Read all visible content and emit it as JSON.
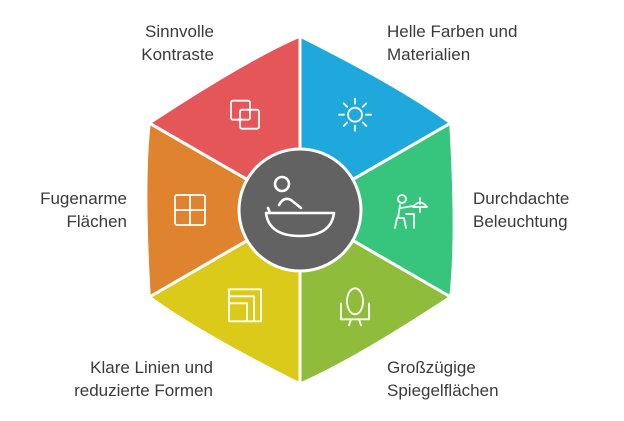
{
  "center": {
    "icon": "bathtub-icon",
    "color": "#626262"
  },
  "segments": [
    {
      "lines": [
        "Helle Farben und",
        "Materialien"
      ],
      "color": "#1fa8dc",
      "icon": "sun-icon"
    },
    {
      "lines": [
        "Durchdachte",
        "Beleuchtung"
      ],
      "color": "#37c47d",
      "icon": "lamp-person-icon"
    },
    {
      "lines": [
        "Großzügige",
        "Spiegelflächen"
      ],
      "color": "#8fbc3b",
      "icon": "mirror-icon"
    },
    {
      "lines": [
        "Klare Linien und",
        "reduzierte Formen"
      ],
      "color": "#dcca1a",
      "icon": "nested-squares-icon"
    },
    {
      "lines": [
        "Fugenarme",
        "Flächen"
      ],
      "color": "#e0832e",
      "icon": "tile-grid-icon"
    },
    {
      "lines": [
        "Sinnvolle",
        "Kontraste"
      ],
      "color": "#e55658",
      "icon": "overlapping-squares-icon"
    }
  ]
}
